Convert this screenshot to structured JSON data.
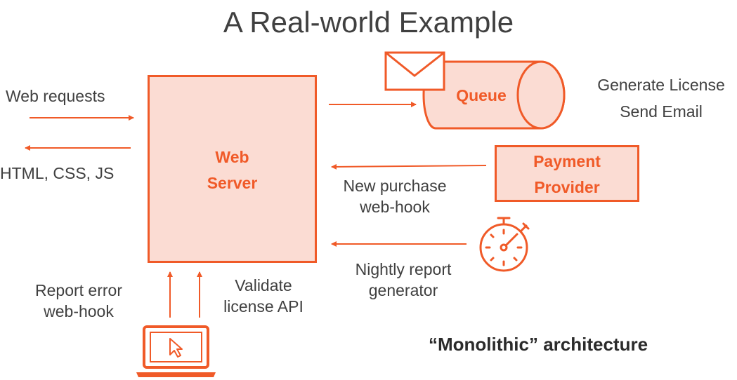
{
  "title": "A Real-world Example",
  "web_server": {
    "line1": "Web",
    "line2": "Server"
  },
  "queue": {
    "label": "Queue"
  },
  "queue_tasks": {
    "line1": "Generate License",
    "line2": "Send Email"
  },
  "payment_provider": {
    "line1": "Payment",
    "line2": "Provider"
  },
  "labels": {
    "web_requests": "Web requests",
    "html_css_js": "HTML, CSS, JS",
    "new_purchase_line1": "New purchase",
    "new_purchase_line2": "web-hook",
    "nightly_line1": "Nightly report",
    "nightly_line2": "generator",
    "report_error_line1": "Report error",
    "report_error_line2": "web-hook",
    "validate_line1": "Validate",
    "validate_line2": "license API"
  },
  "caption": "“Monolithic” architecture",
  "icons": [
    "envelope-icon",
    "stopwatch-icon",
    "laptop-icon",
    "cursor-icon"
  ],
  "colors": {
    "accent": "#f05a28",
    "fill": "#fbdcd3",
    "text": "#404040"
  }
}
